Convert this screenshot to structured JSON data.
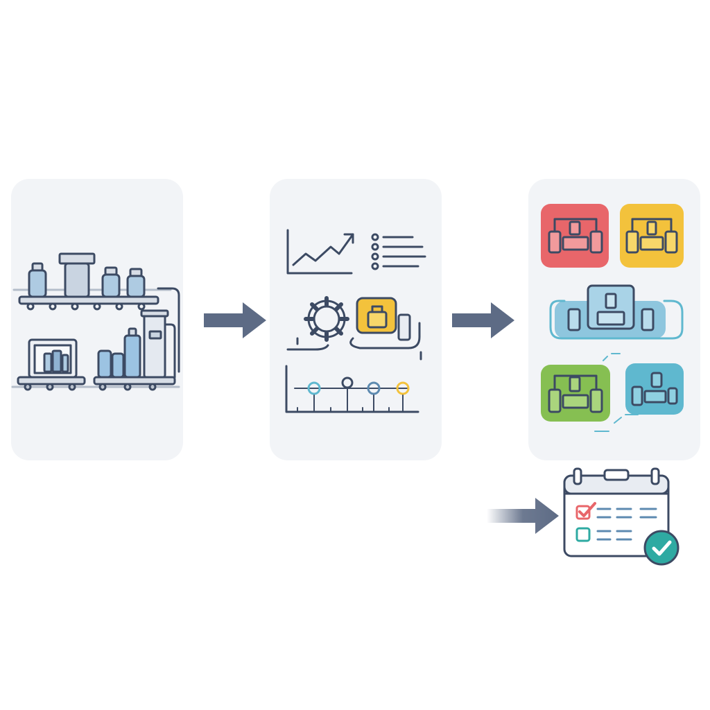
{
  "diagram": {
    "panels": [
      {
        "id": "production-lines",
        "icon": "factory-production-lines-icon"
      },
      {
        "id": "analysis-optimization",
        "icon": "analytics-gear-timeline-icon"
      },
      {
        "id": "scheduled-lines",
        "icon": "color-coded-machines-icon"
      }
    ],
    "final_step": {
      "icon": "calendar-checklist-icon"
    },
    "colors": {
      "panel_bg": "#f2f4f7",
      "outline": "#3c4a63",
      "arrow": "#5d6b85",
      "blue": "#7aaed6",
      "red": "#e8666a",
      "yellow": "#f3c23c",
      "green": "#86bf52",
      "teal": "#5fb8cf",
      "check": "#2eaaa2"
    }
  }
}
